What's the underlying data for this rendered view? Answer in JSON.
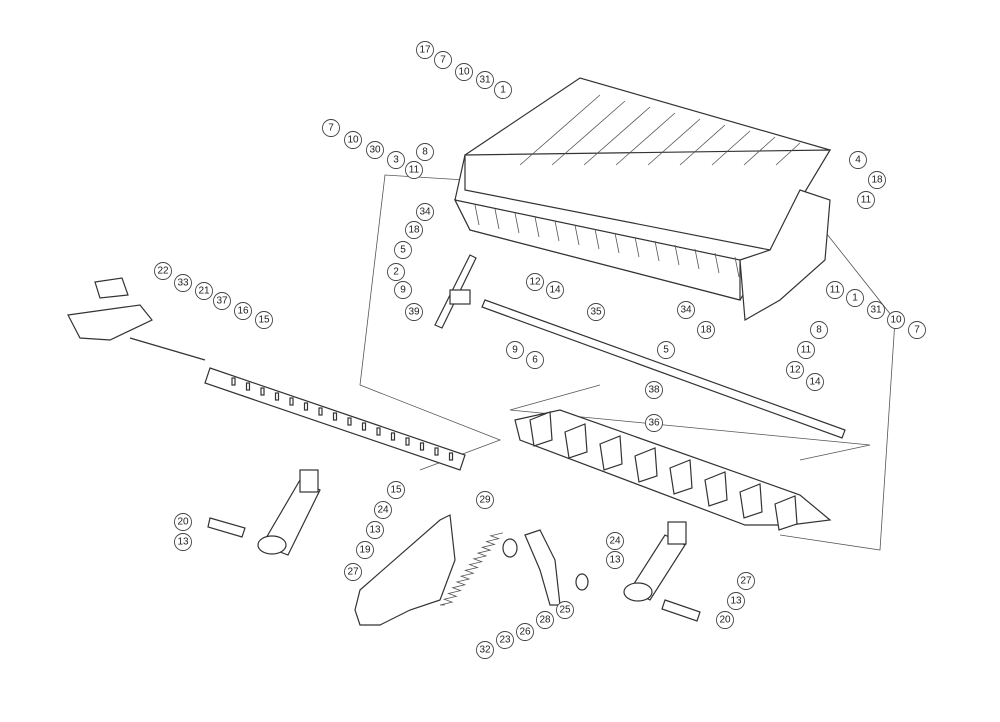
{
  "diagram": {
    "type": "exploded-parts-view",
    "callouts": [
      "17",
      "7",
      "10",
      "31",
      "1",
      "7",
      "10",
      "30",
      "3",
      "8",
      "11",
      "4",
      "18",
      "11",
      "34",
      "18",
      "5",
      "2",
      "9",
      "39",
      "12",
      "14",
      "35",
      "22",
      "33",
      "21",
      "37",
      "16",
      "15",
      "11",
      "1",
      "31",
      "10",
      "7",
      "34",
      "8",
      "18",
      "11",
      "5",
      "9",
      "6",
      "12",
      "14",
      "38",
      "36",
      "15",
      "24",
      "13",
      "19",
      "20",
      "13",
      "27",
      "29",
      "24",
      "13",
      "27",
      "23",
      "26",
      "28",
      "25",
      "32",
      "13",
      "20"
    ]
  }
}
